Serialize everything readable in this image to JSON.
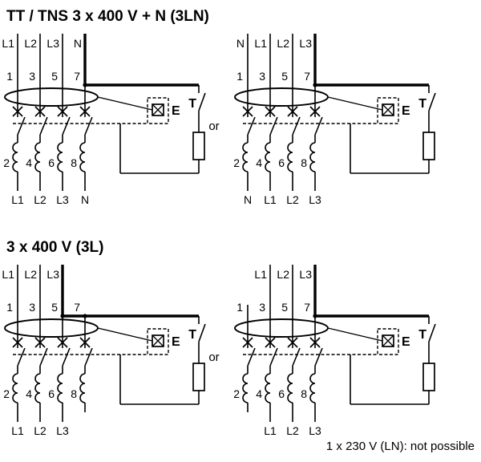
{
  "titles": {
    "section1": "TT / TNS 3 x 400 V + N (3LN)",
    "section2": "3 x 400 V (3L)"
  },
  "or_label": "or",
  "footer_note": "1 x 230 V (LN): not possible",
  "terminals": {
    "top": [
      "1",
      "3",
      "5",
      "7"
    ],
    "bottom": [
      "2",
      "4",
      "6",
      "8"
    ]
  },
  "components": {
    "trip_relay": "E",
    "test_button": "T"
  },
  "diagrams": {
    "d1": {
      "top_labels": [
        "L1",
        "L2",
        "L3",
        "N"
      ],
      "bottom_labels": [
        "L1",
        "L2",
        "L3",
        "N"
      ]
    },
    "d2": {
      "top_labels": [
        "N",
        "L1",
        "L2",
        "L3"
      ],
      "bottom_labels": [
        "N",
        "L1",
        "L2",
        "L3"
      ]
    },
    "d3": {
      "top_labels": [
        "L1",
        "L2",
        "L3"
      ],
      "bottom_labels": [
        "L1",
        "L2",
        "L3"
      ]
    },
    "d4": {
      "top_labels": [
        "L1",
        "L2",
        "L3"
      ],
      "bottom_labels": [
        "L1",
        "L2",
        "L3"
      ]
    }
  },
  "colors": {
    "line": "#000000",
    "background": "#ffffff"
  }
}
